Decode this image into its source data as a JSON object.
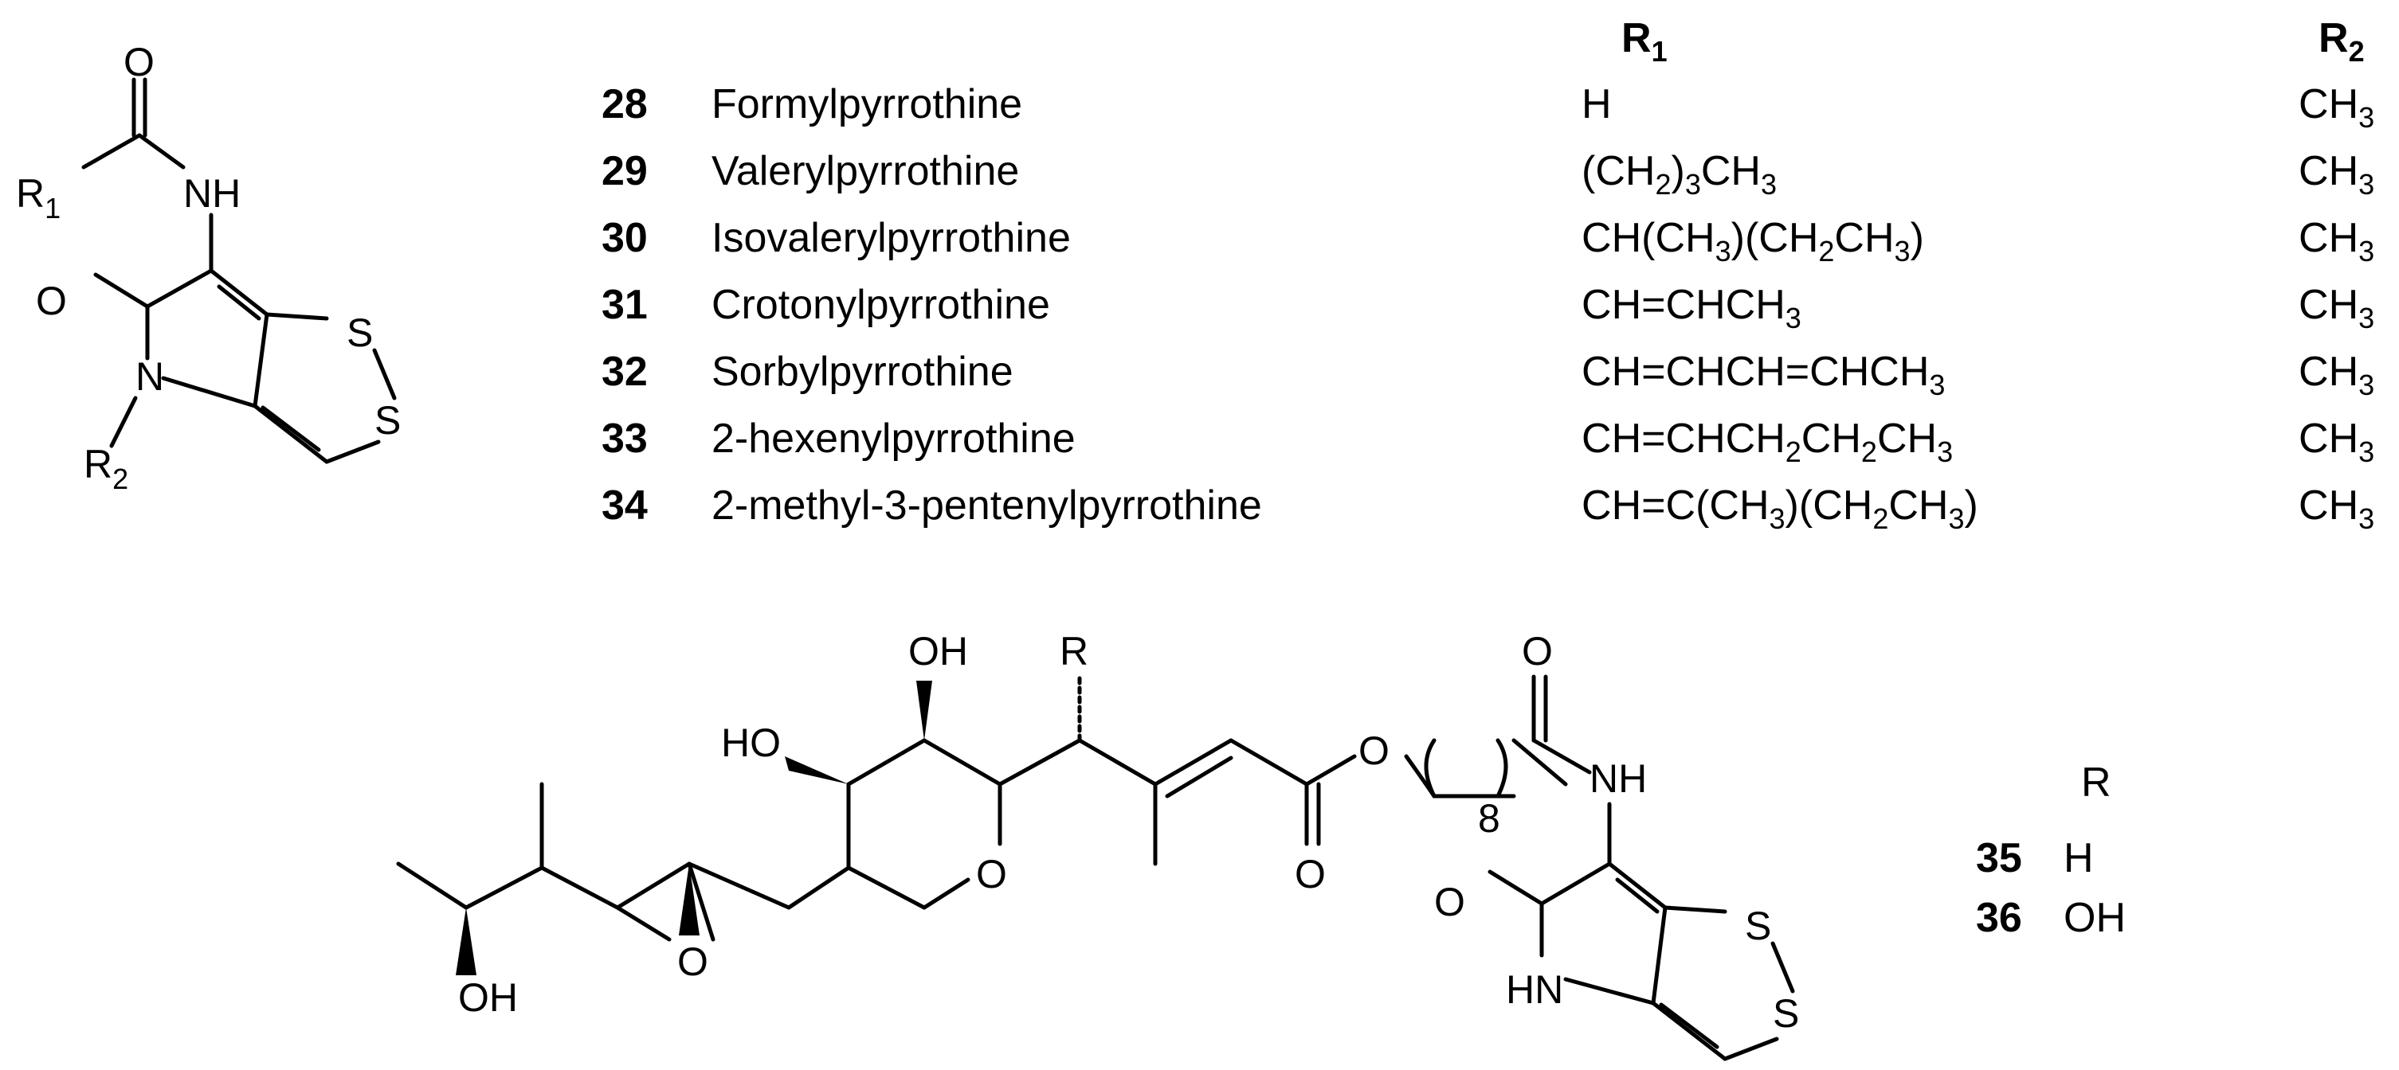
{
  "atoms": {
    "O": "O",
    "NH": "NH",
    "N": "N",
    "S": "S",
    "HN": "HN",
    "OH": "OH",
    "HO": "HO",
    "R": "R",
    "R1_base": "R",
    "R1_sub": "1",
    "R2_base": "R",
    "R2_sub": "2",
    "eight": "8"
  },
  "table_top": {
    "header_r1_base": "R",
    "header_r1_sub": "1",
    "header_r2_base": "R",
    "header_r2_sub": "2",
    "rows": [
      {
        "num": "28",
        "name": "Formylpyrrothine",
        "r1": "H",
        "r2": "CH3"
      },
      {
        "num": "29",
        "name": "Valerylpyrrothine",
        "r1": "(CH2)3CH3",
        "r2": "CH3"
      },
      {
        "num": "30",
        "name": "Isovalerylpyrrothine",
        "r1": "CH(CH3)(CH2CH3)",
        "r2": "CH3"
      },
      {
        "num": "31",
        "name": "Crotonylpyrrothine",
        "r1": "CH=CHCH3",
        "r2": "CH3"
      },
      {
        "num": "32",
        "name": "Sorbylpyrrothine",
        "r1": "CH=CHCH=CHCH3",
        "r2": "CH3"
      },
      {
        "num": "33",
        "name": "2-hexenylpyrrothine",
        "r1": "CH=CHCH2CH2CH3",
        "r2": "CH3"
      },
      {
        "num": "34",
        "name": "2-methyl-3-pentenylpyrrothine",
        "r1": "CH=C(CH3)(CH2CH3)",
        "r2": "CH3"
      }
    ]
  },
  "table_bottom": {
    "header": "R",
    "rows": [
      {
        "num": "35",
        "r": "H"
      },
      {
        "num": "36",
        "r": "OH"
      }
    ]
  }
}
